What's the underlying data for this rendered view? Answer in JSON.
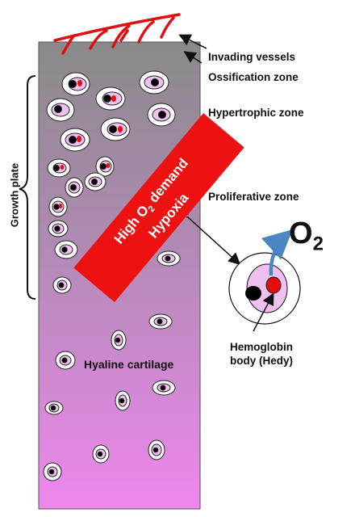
{
  "labels": {
    "invading_vessels": "Invading vessels",
    "ossification_zone": "Ossification zone",
    "hypertrophic_zone": "Hypertrophic zone",
    "proliferative_zone": "Proliferative zone",
    "growth_plate": "Growth plate",
    "hyaline_cartilage": "Hyaline cartilage",
    "hemoglobin_line1": "Hemoglobin",
    "hemoglobin_line2": "body (Hedy)"
  },
  "banner": {
    "line1_prefix": "High O",
    "line1_sub": "2",
    "line1_suffix": " demand",
    "line2": "Hypoxia"
  },
  "oxygen": {
    "symbol": "O",
    "subscript": "2"
  },
  "colors": {
    "column_top": "#8a8a8a",
    "column_bottom": "#ee88ee",
    "vessels": "#e01010",
    "banner": "#ee1111",
    "nucleus": "#000000",
    "hemoglobin_body": "#e01010",
    "cytoplasm": "#f0c0f0",
    "o2_arrow": "#4a86c0"
  }
}
